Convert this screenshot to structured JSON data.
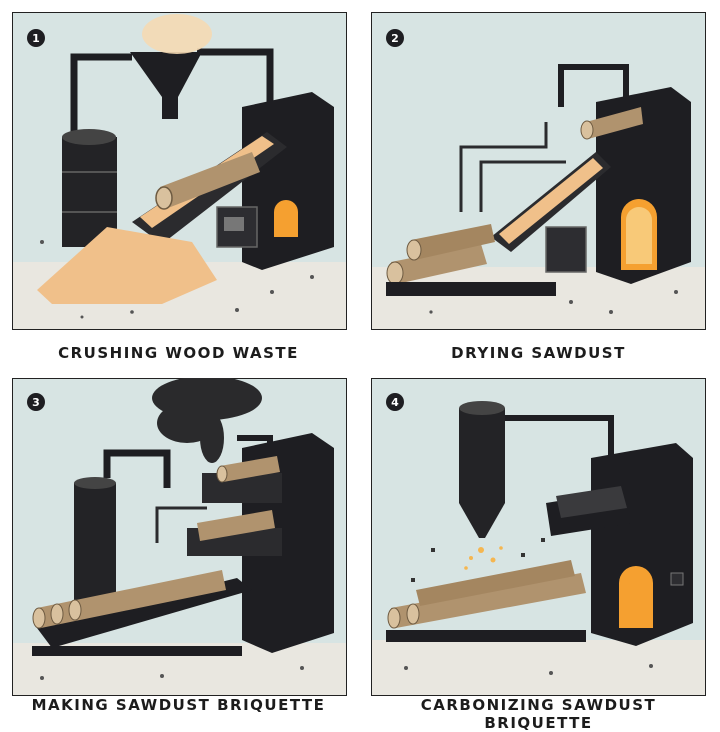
{
  "steps": [
    {
      "number": "1",
      "caption": "CRUSHING WOOD WASTE"
    },
    {
      "number": "2",
      "caption": "DRYING SAWDUST"
    },
    {
      "number": "3",
      "caption": "MAKING SAWDUST BRIQUETTE"
    },
    {
      "number": "4",
      "caption": "CARBONIZING SAWDUST BRIQUETTE"
    }
  ],
  "colors": {
    "sky": "#d7e4e3",
    "machine": "#1e1e22",
    "sawdust": "#f0c08a",
    "log": "#b0936e",
    "fire": "#f5a030",
    "ground": "#e9e7e0"
  }
}
